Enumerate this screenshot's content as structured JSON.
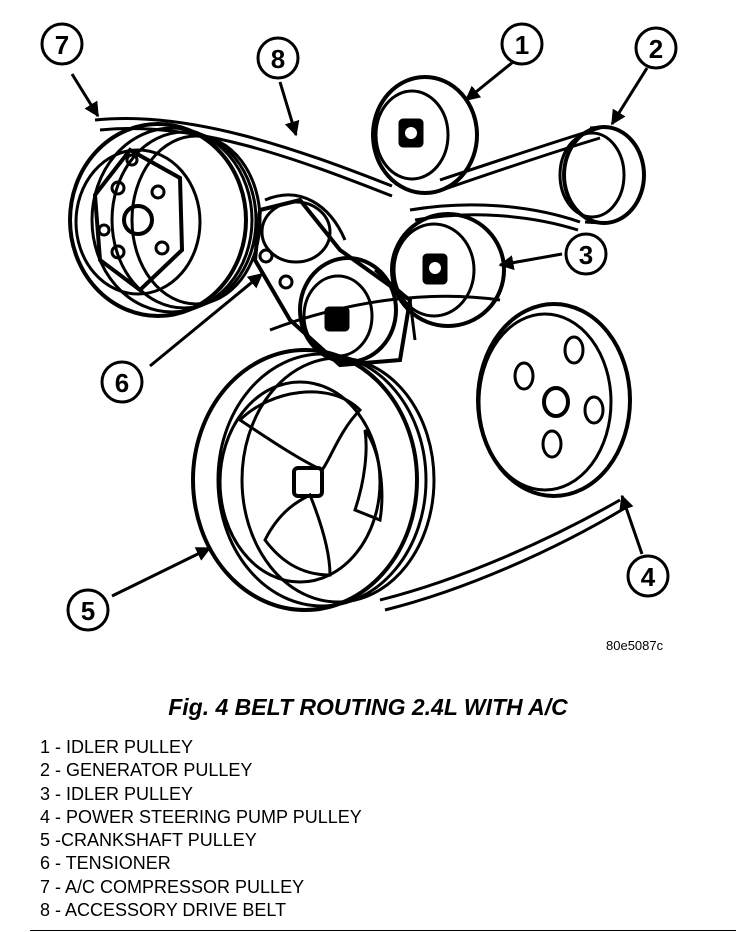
{
  "figure_ref": "80e5087c",
  "caption": "Fig. 4 BELT ROUTING 2.4L WITH A/C",
  "legend": [
    "1 - IDLER PULLEY",
    "2 - GENERATOR PULLEY",
    "3 - IDLER PULLEY",
    "4 - POWER STEERING PUMP PULLEY",
    "5 -CRANKSHAFT PULLEY",
    "6 - TENSIONER",
    "7 - A/C COMPRESSOR PULLEY",
    "8 - ACCESSORY DRIVE BELT"
  ],
  "callouts": [
    "1",
    "2",
    "3",
    "4",
    "5",
    "6",
    "7",
    "8"
  ],
  "colors": {
    "ink": "#000000",
    "paper": "#ffffff"
  }
}
